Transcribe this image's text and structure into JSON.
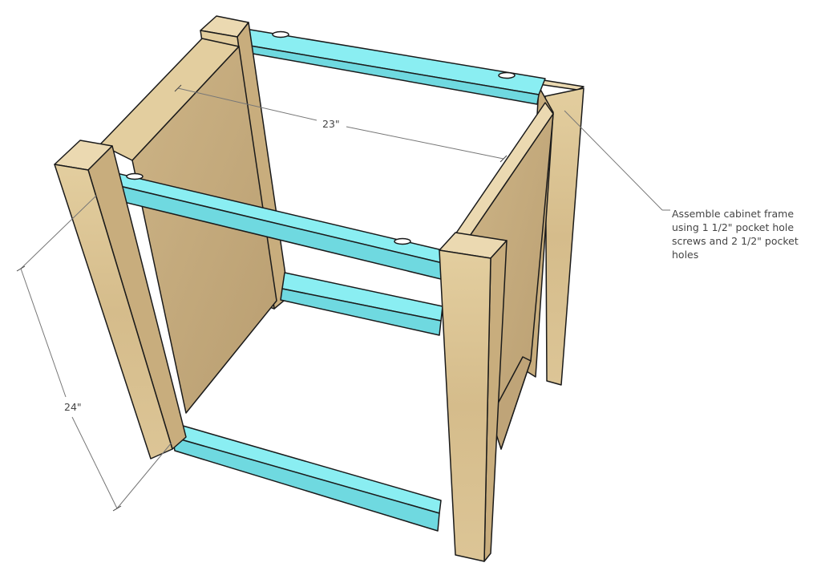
{
  "dimensions": {
    "width_label": "23\"",
    "height_label": "24\""
  },
  "annotation": {
    "lines": [
      "Assemble cabinet frame",
      "using 1 1/2\" pocket hole",
      "screws and 2 1/2\" pocket",
      "holes"
    ]
  },
  "colors": {
    "wood": "#dcc596",
    "wood_dark": "#bfa478",
    "wood_light": "#ebd9b1",
    "rail": "#8aeef2",
    "rail_dark": "#6fd9e0",
    "outline": "#1a1a1a",
    "dimension_line": "#777777"
  }
}
